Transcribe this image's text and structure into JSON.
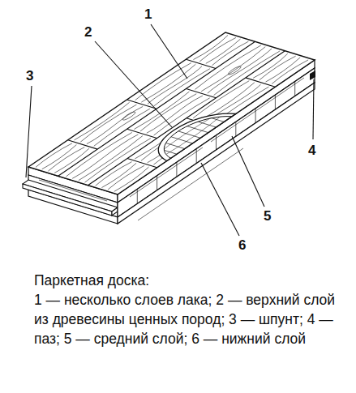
{
  "diagram": {
    "title": "Паркетная доска:",
    "caption": "1 — несколько слоев лака; 2 — верхний слой из древесины ценных пород; 3 — шпунт; 4 — паз; 5 — средний слой; 6 — нижний слой",
    "labels": [
      "1",
      "2",
      "3",
      "4",
      "5",
      "6"
    ]
  }
}
